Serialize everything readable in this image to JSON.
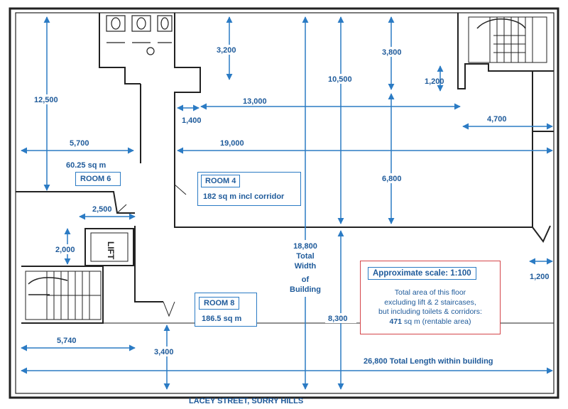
{
  "dimensions": {
    "d12500": "12,500",
    "d3200": "3,200",
    "d3800": "3,800",
    "d10500": "10,500",
    "d1200_top": "1,200",
    "d13000": "13,000",
    "d1400": "1,400",
    "d4700": "4,700",
    "d5700": "5,700",
    "d19000": "19,000",
    "d6800": "6,800",
    "d2500": "2,500",
    "d2000": "2,000",
    "d1200_right": "1,200",
    "d5740": "5,740",
    "d3400": "3,400",
    "d8300": "8,300",
    "d26800": "26,800 Total Length within building"
  },
  "width_label": [
    "18,800",
    "Total",
    "Width",
    "of",
    "Building"
  ],
  "rooms": {
    "room6": {
      "name": "ROOM 6",
      "area": "60.25 sq m"
    },
    "room4": {
      "name": "ROOM 4",
      "area": "182 sq m incl corridor"
    },
    "room8": {
      "name": "ROOM 8",
      "area": "186.5 sq m"
    }
  },
  "lift_label": "LIFT",
  "scale_box": {
    "title": "Approximate scale:  1:100",
    "line1": "Total area of this floor",
    "line2": "excluding lift & 2 staircases,",
    "line3": "but including toilets & corridors:",
    "line4_bold": "471",
    "line4_rest": " sq m (rentable area)"
  },
  "street": "LACEY STREET, SURRY HILLS",
  "colors": {
    "dimension": "#1e5a9a",
    "box_border": "#2b7bc4",
    "scale_border": "#d4454a",
    "wall": "#222222"
  }
}
